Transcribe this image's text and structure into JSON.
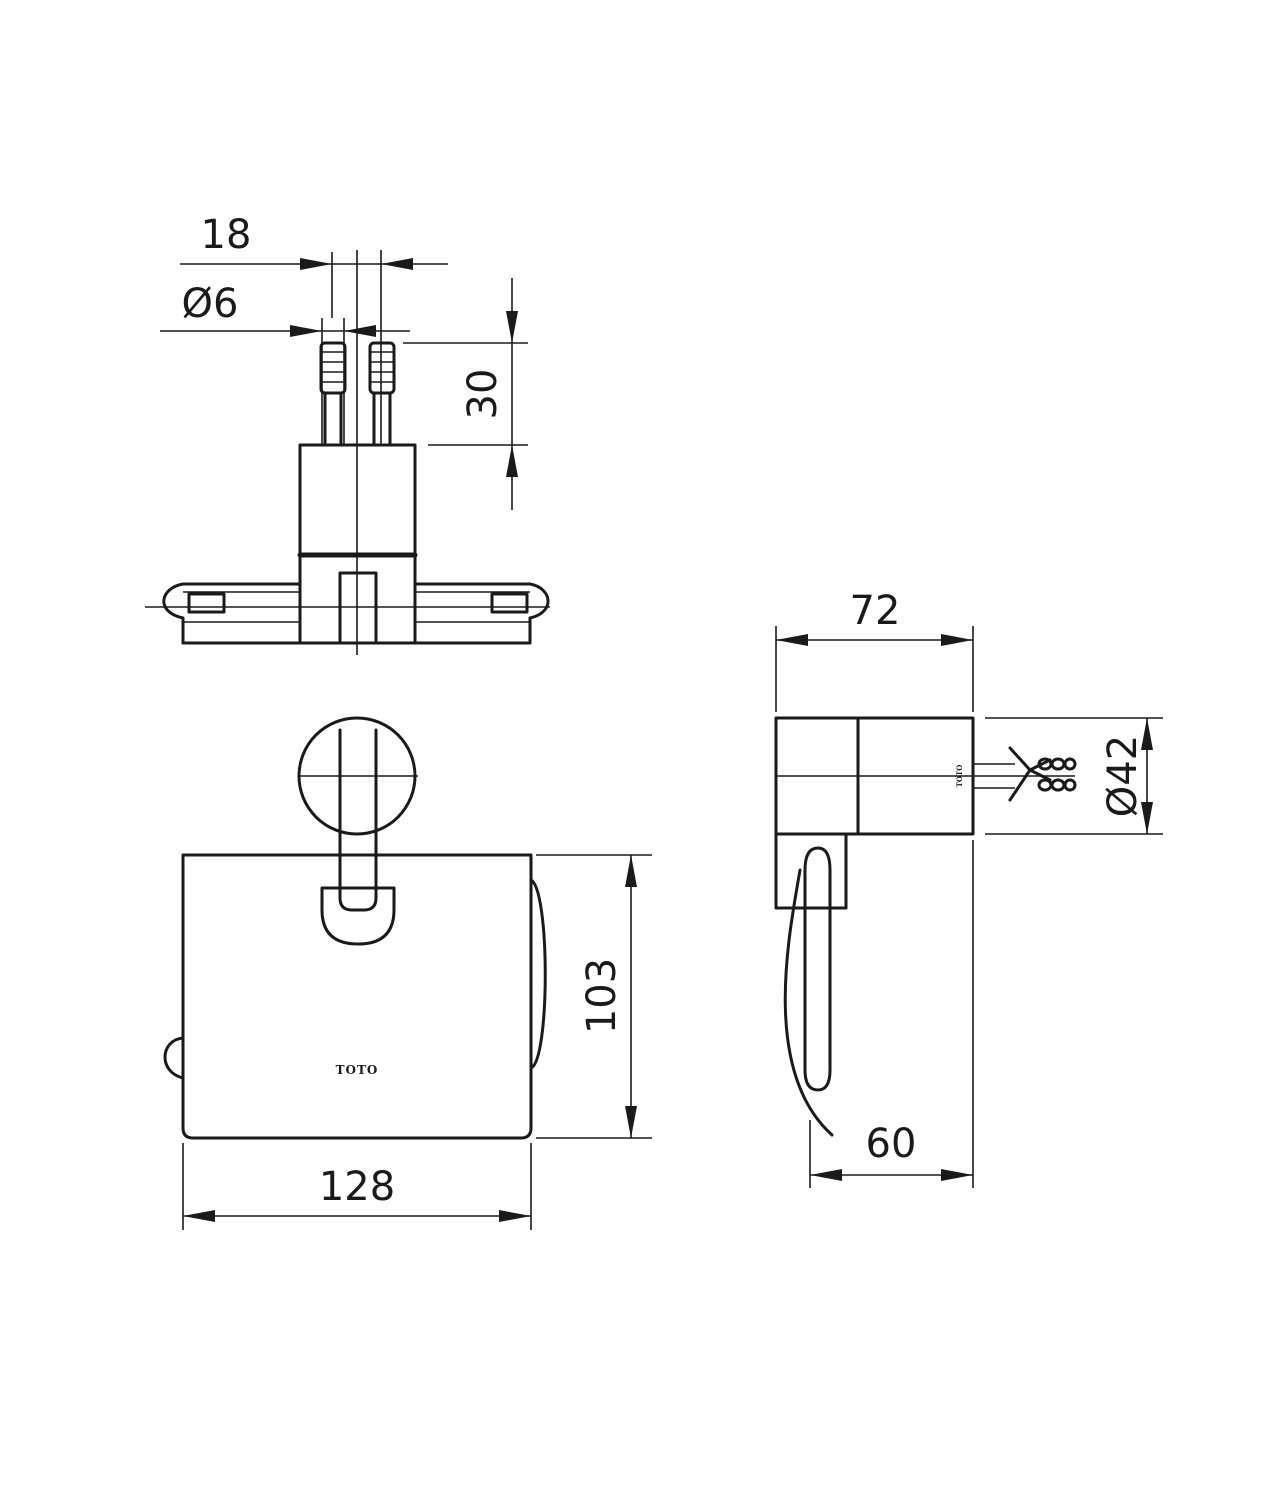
{
  "dimensions": {
    "top_spacing": "18",
    "top_diameter": "Ø6",
    "top_depth": "30",
    "front_height": "103",
    "front_width": "128",
    "side_depth": "72",
    "side_diameter": "Ø42",
    "side_projection": "60"
  },
  "branding": {
    "front_logo": "TOTO",
    "side_logo": "TOTO"
  }
}
